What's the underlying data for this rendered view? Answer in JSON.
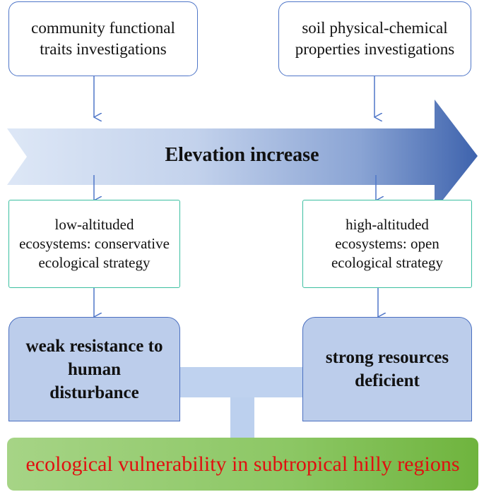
{
  "boxes": {
    "traits": "community functional traits investigations",
    "soil": "soil physical-chemical properties investigations",
    "elevation": "Elevation increase",
    "low": "low-altituded ecosystems: conservative ecological strategy",
    "high": "high-altituded ecosystems: open ecological strategy",
    "weak": "weak resistance to human disturbance",
    "strong": "strong resources deficient",
    "result": "ecological vulnerability in subtropical hilly regions"
  },
  "colors": {
    "line": "#4f76c8",
    "arrow_light": "#d3e0f3",
    "arrow_dark": "#3e63ad",
    "result_text": "#e01010",
    "result_fill": "#8cc764"
  }
}
